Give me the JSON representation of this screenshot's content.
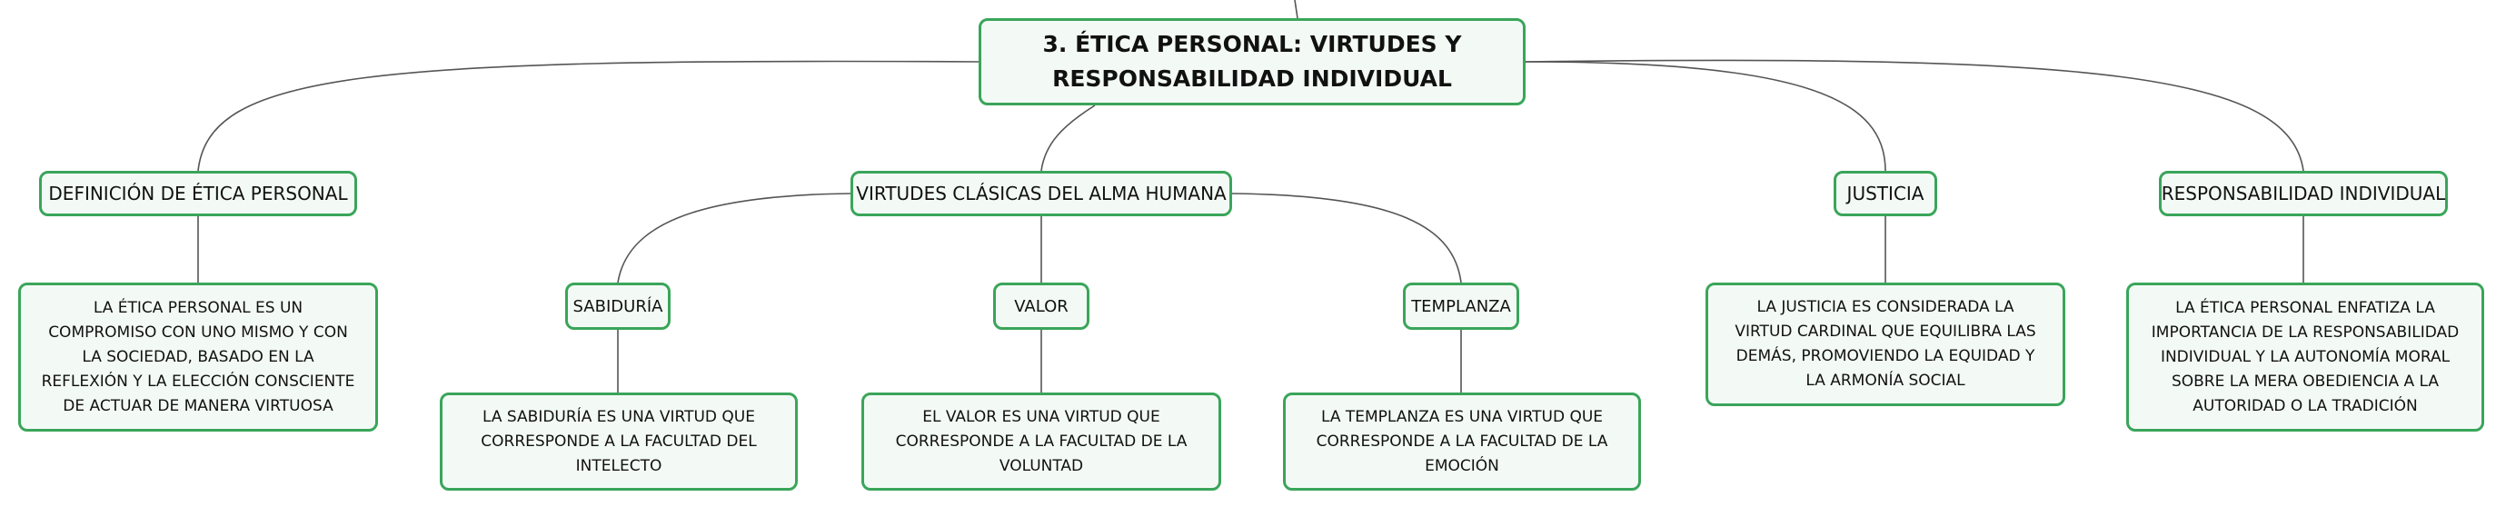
{
  "root": {
    "title": "3. ÉTICA PERSONAL: VIRTUDES Y RESPONSABILIDAD INDIVIDUAL"
  },
  "definicion": {
    "label": "DEFINICIÓN DE ÉTICA PERSONAL",
    "text": "LA ÉTICA PERSONAL ES UN COMPROMISO CON UNO MISMO Y CON LA SOCIEDAD, BASADO EN LA REFLEXIÓN Y LA ELECCIÓN CONSCIENTE DE ACTUAR DE MANERA VIRTUOSA"
  },
  "virtudes": {
    "label": "VIRTUDES CLÁSICAS DEL ALMA HUMANA",
    "sabiduria": {
      "label": "SABIDURÍA",
      "text": "LA SABIDURÍA ES UNA VIRTUD QUE CORRESPONDE A LA FACULTAD DEL INTELECTO"
    },
    "valor": {
      "label": "VALOR",
      "text": "EL VALOR ES UNA VIRTUD QUE CORRESPONDE A LA FACULTAD DE LA VOLUNTAD"
    },
    "templanza": {
      "label": "TEMPLANZA",
      "text": "LA TEMPLANZA ES UNA VIRTUD QUE CORRESPONDE A LA FACULTAD DE LA EMOCIÓN"
    }
  },
  "justicia": {
    "label": "JUSTICIA",
    "text": "LA JUSTICIA ES CONSIDERADA LA VIRTUD CARDINAL QUE EQUILIBRA LAS DEMÁS, PROMOVIENDO LA EQUIDAD Y LA ARMONÍA SOCIAL"
  },
  "responsabilidad": {
    "label": "RESPONSABILIDAD INDIVIDUAL",
    "text": "LA ÉTICA PERSONAL ENFATIZA LA IMPORTANCIA DE LA RESPONSABILIDAD INDIVIDUAL Y LA AUTONOMÍA MORAL SOBRE LA MERA OBEDIENCIA A LA AUTORIDAD O LA TRADICIÓN"
  },
  "colors": {
    "border": "#3aa55a",
    "fill": "#f3faf5",
    "line": "#555555"
  }
}
